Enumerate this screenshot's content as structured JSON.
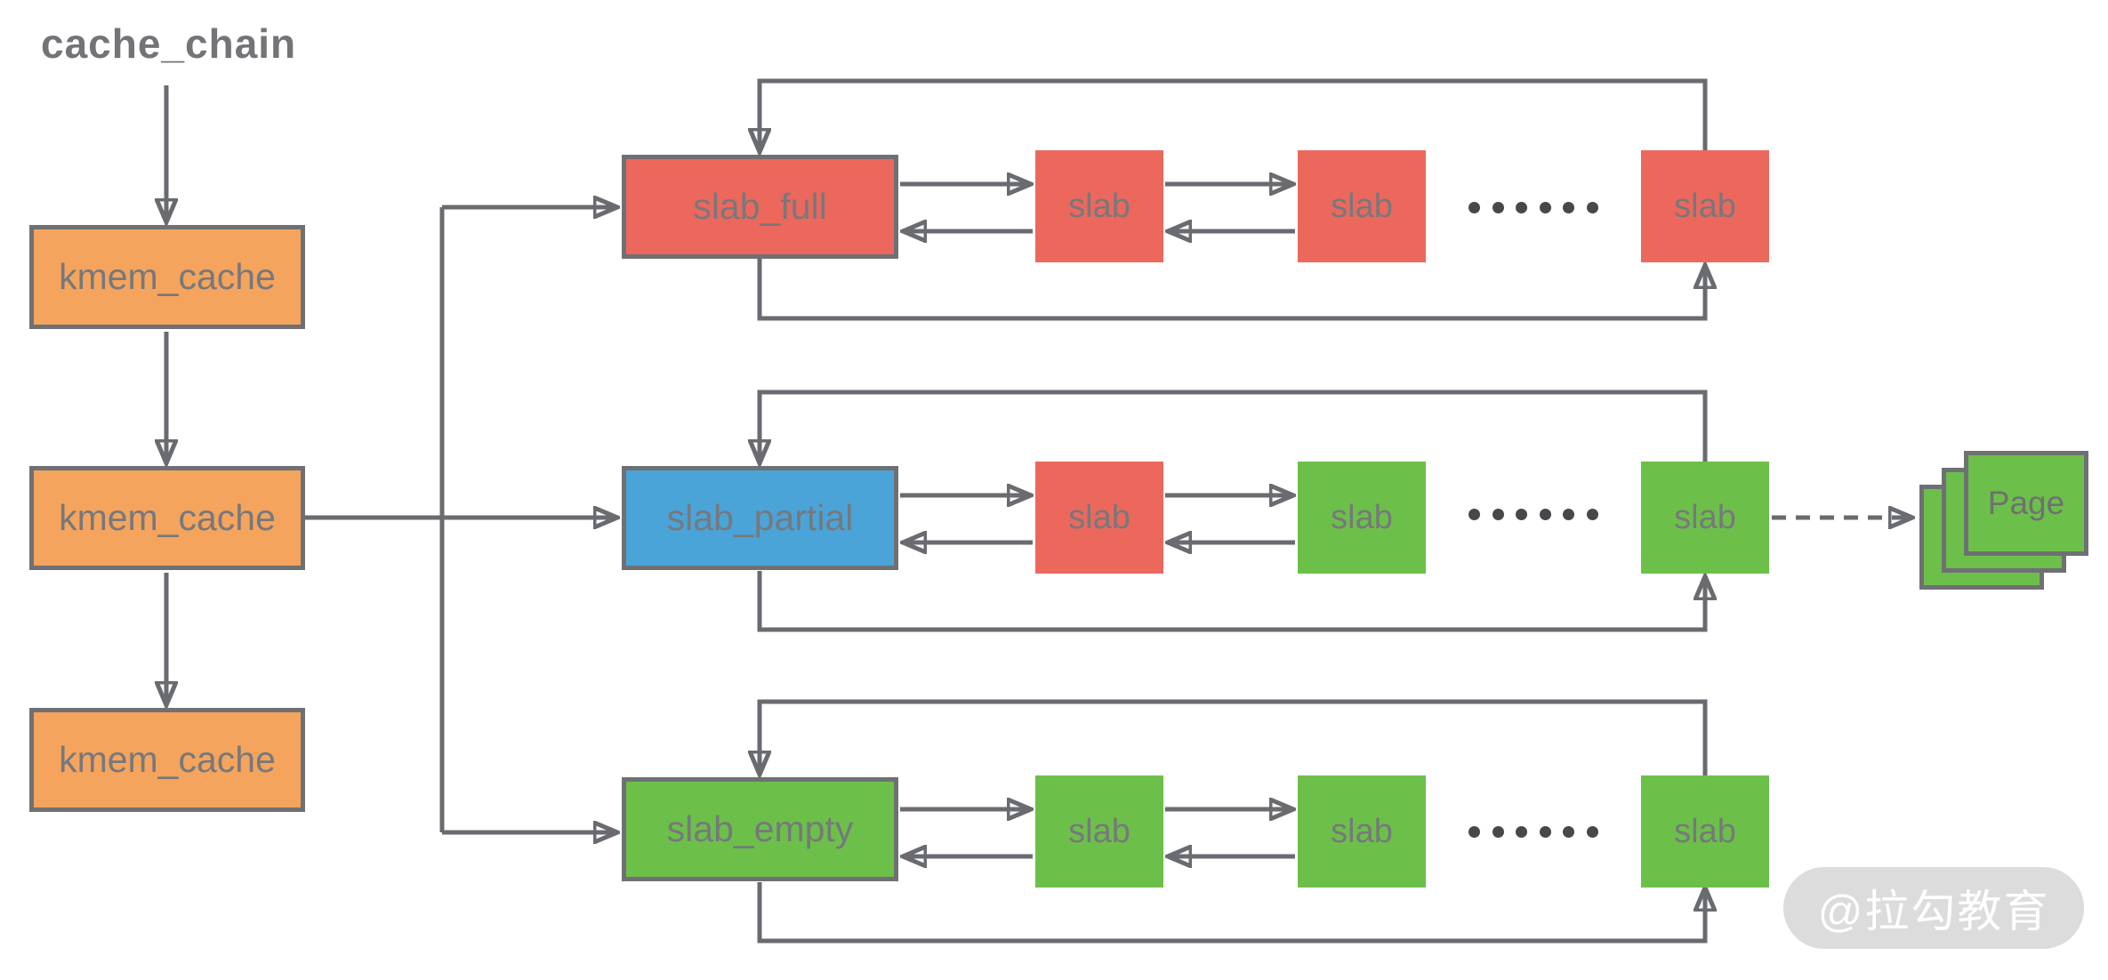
{
  "title": {
    "text": "cache_chain"
  },
  "colors": {
    "orange": "#f4a45d",
    "red": "#ec685c",
    "blue": "#4aa4d8",
    "green": "#6cc04a",
    "border_gray": "#6f7074",
    "line_gray": "#6a6b70",
    "label_gray": "#77787c",
    "dot_gray": "#47484b",
    "watermark_bg": "#dcdcdc",
    "watermark_text": "#ffffff"
  },
  "kmem_chain": [
    {
      "label": "kmem_cache"
    },
    {
      "label": "kmem_cache"
    },
    {
      "label": "kmem_cache"
    }
  ],
  "rows": [
    {
      "name": "slab_full",
      "head": {
        "label": "slab_full",
        "color": "#ec685c"
      },
      "slabs": [
        {
          "label": "slab",
          "color": "#ec685c"
        },
        {
          "label": "slab",
          "color": "#ec685c"
        },
        {
          "label": "slab",
          "color": "#ec685c"
        }
      ],
      "ellipsis": "......"
    },
    {
      "name": "slab_partial",
      "head": {
        "label": "slab_partial",
        "color": "#4aa4d8"
      },
      "slabs": [
        {
          "label": "slab",
          "color": "#ec685c"
        },
        {
          "label": "slab",
          "color": "#6cc04a"
        },
        {
          "label": "slab",
          "color": "#6cc04a"
        }
      ],
      "ellipsis": "......"
    },
    {
      "name": "slab_empty",
      "head": {
        "label": "slab_empty",
        "color": "#6cc04a"
      },
      "slabs": [
        {
          "label": "slab",
          "color": "#6cc04a"
        },
        {
          "label": "slab",
          "color": "#6cc04a"
        },
        {
          "label": "slab",
          "color": "#6cc04a"
        }
      ],
      "ellipsis": "......"
    }
  ],
  "page_stack": {
    "label": "Page",
    "color": "#6cc04a"
  },
  "watermark": {
    "text": "@拉勾教育"
  }
}
